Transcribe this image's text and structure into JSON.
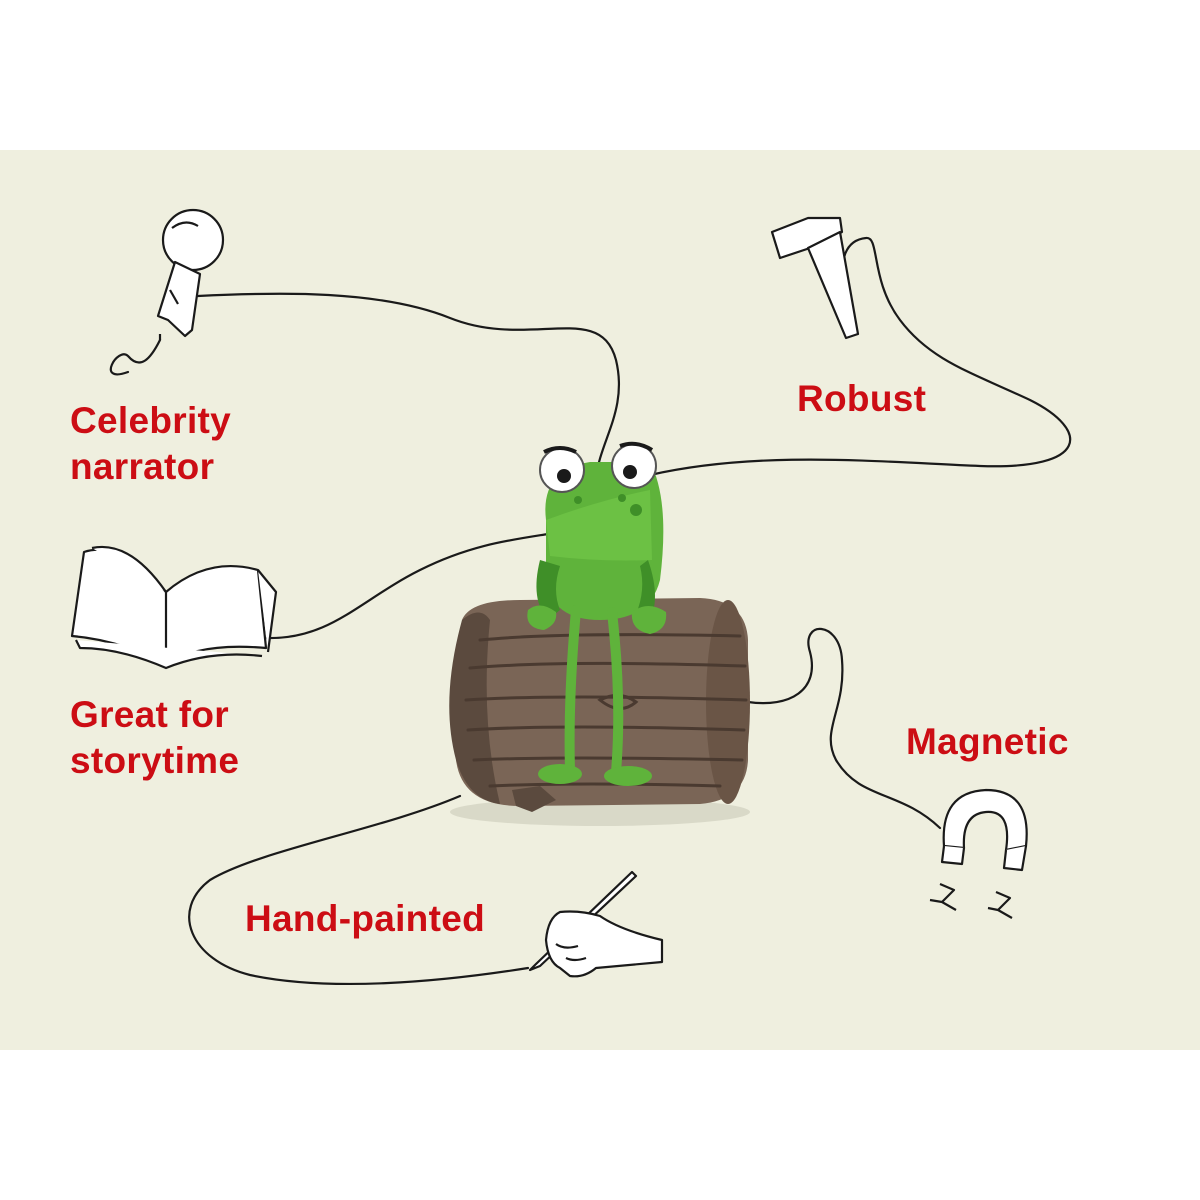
{
  "colors": {
    "background": "#efefdf",
    "label": "#cc0d14",
    "line": "#1a1a1a",
    "log_dark": "#5a4a3e",
    "log_light": "#8b7565",
    "frog_green": "#5fb33b",
    "frog_dark": "#3f8f28"
  },
  "features": {
    "celebrity": {
      "line1": "Celebrity",
      "line2": "narrator",
      "icon": "microphone-icon"
    },
    "storytime": {
      "line1": "Great for",
      "line2": "storytime",
      "icon": "open-book-icon"
    },
    "robust": {
      "line1": "Robust",
      "icon": "hammer-icon"
    },
    "magnetic": {
      "line1": "Magnetic",
      "icon": "magnet-icon"
    },
    "handpainted": {
      "line1": "Hand-painted",
      "icon": "hand-brush-icon"
    }
  }
}
